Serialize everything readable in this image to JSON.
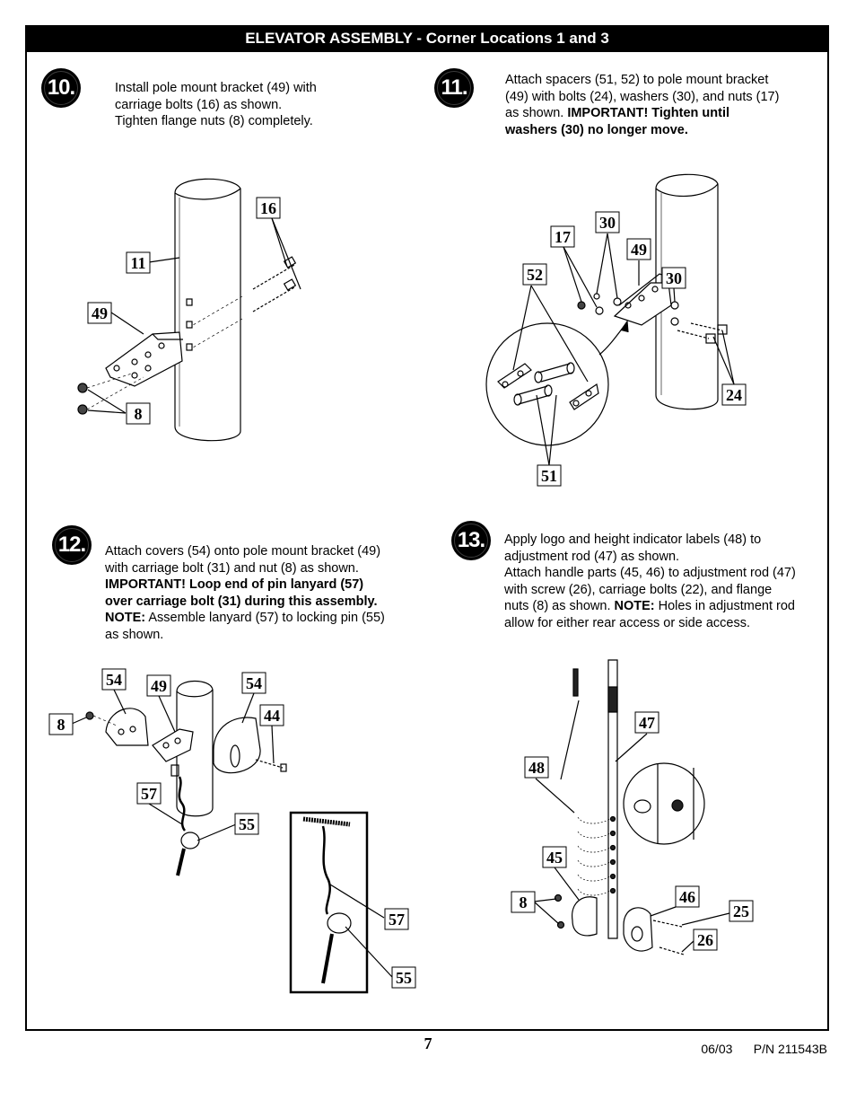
{
  "header": {
    "title": "ELEVATOR ASSEMBLY - Corner Locations 1 and 3"
  },
  "steps": [
    {
      "number": "10.",
      "text": [
        {
          "t": "Install pole mount bracket (49) with",
          "b": false
        },
        {
          "t": "carriage bolts (16) as shown.",
          "b": false
        },
        {
          "t": "Tighten flange nuts (8) completely.",
          "b": false
        }
      ],
      "labels": [
        "16",
        "11",
        "49",
        "8"
      ]
    },
    {
      "number": "11.",
      "text": [
        {
          "t": "Attach spacers (51, 52) to pole mount bracket",
          "b": false
        },
        {
          "t": "(49) with bolts (24), washers (30), and nuts (17)",
          "b": false
        },
        {
          "t": "as shown.  ",
          "b": false,
          "bold_tail": "IMPORTANT! Tighten until"
        },
        {
          "t": "washers (30) no longer move.",
          "b": true
        }
      ],
      "labels": [
        "30",
        "17",
        "49",
        "52",
        "30",
        "24",
        "51"
      ]
    },
    {
      "number": "12.",
      "text": [
        {
          "t": "Attach covers (54) onto pole mount bracket (49)",
          "b": false
        },
        {
          "t": "with carriage bolt (31) and nut (8) as shown.",
          "b": false
        },
        {
          "t": "IMPORTANT! Loop end of pin lanyard (57)",
          "b": true
        },
        {
          "t": "over carriage bolt (31) during this assembly.",
          "b": true
        },
        {
          "t": " Assemble lanyard (57) to locking pin (55)",
          "b": false,
          "bold_head": "NOTE:"
        },
        {
          "t": "as shown.",
          "b": false
        }
      ],
      "labels": [
        "54",
        "49",
        "54",
        "8",
        "44",
        "57",
        "55",
        "57",
        "55"
      ]
    },
    {
      "number": "13.",
      "text": [
        {
          "t": "Apply logo and height indicator labels (48) to",
          "b": false
        },
        {
          "t": "adjustment rod (47) as shown.",
          "b": false
        },
        {
          "t": "Attach handle parts (45, 46) to adjustment rod (47)",
          "b": false
        },
        {
          "t": "with screw (26), carriage bolts (22), and flange",
          "b": false
        },
        {
          "t": "nuts (8) as shown.  ",
          "b": false,
          "bold_tail": "NOTE:",
          "tail_after": " Holes in adjustment rod"
        },
        {
          "t": "allow for either rear access or side access.",
          "b": false
        }
      ],
      "labels": [
        "47",
        "48",
        "45",
        "8",
        "46",
        "25",
        "26"
      ]
    }
  ],
  "footer": {
    "page": "7",
    "date": "06/03",
    "part_number": "P/N 211543B"
  }
}
